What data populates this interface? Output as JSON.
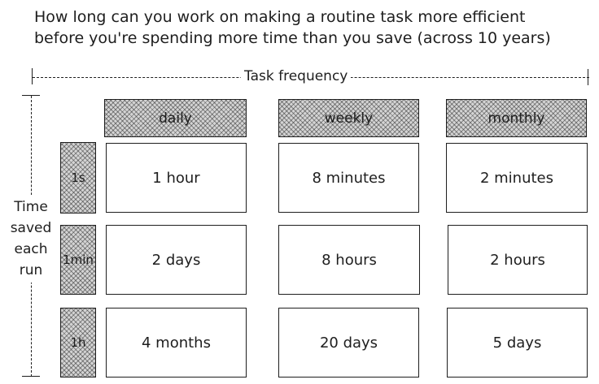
{
  "title": {
    "line1": "How long can you work on making a routine task more efficient",
    "line2": "before you're spending more time than you save (across 10 years)"
  },
  "x_axis": {
    "label": "Task frequency"
  },
  "y_axis": {
    "label_lines": [
      "Time",
      "saved",
      "each",
      "run"
    ]
  },
  "columns": [
    "daily",
    "weekly",
    "monthly"
  ],
  "rows": [
    "1s",
    "1min",
    "1h"
  ],
  "cells": [
    [
      "1 hour",
      "8 minutes",
      "2 minutes"
    ],
    [
      "2 days",
      "8 hours",
      "2 hours"
    ],
    [
      "4 months",
      "20 days",
      "5 days"
    ]
  ]
}
